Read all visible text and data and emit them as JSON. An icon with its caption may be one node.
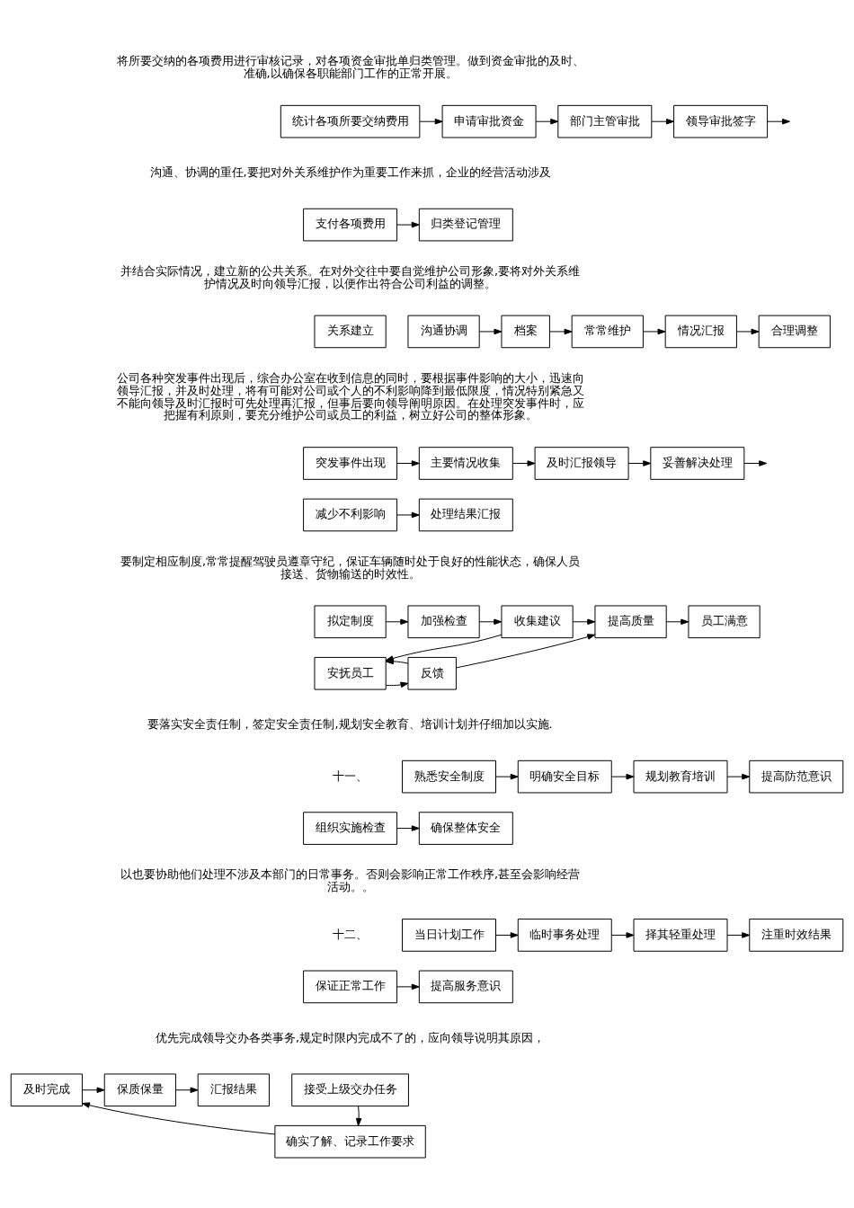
{
  "diagram": {
    "nodes": [
      {
        "text": [
          "统计各项所要交纳费用"
        ]
      },
      {
        "text": [
          "申请审批资金"
        ]
      },
      {
        "text": [
          "部门主管审批"
        ]
      },
      {
        "text": [
          "领导审批签字"
        ]
      },
      {
        "text": [
          "支付各项费用"
        ]
      },
      {
        "text": [
          "归类登记管理"
        ]
      },
      {
        "text": [
          "关系建立"
        ]
      },
      {
        "text": [
          "沟通协调"
        ]
      },
      {
        "text": [
          "档案"
        ]
      },
      {
        "text": [
          "常常维护"
        ]
      },
      {
        "text": [
          "情况汇报"
        ]
      },
      {
        "text": [
          "合理调整"
        ]
      },
      {
        "text": [
          "突发事件出现"
        ]
      },
      {
        "text": [
          "主要情况收集"
        ]
      },
      {
        "text": [
          "及时汇报领导"
        ]
      },
      {
        "text": [
          "妥善解决处理"
        ]
      },
      {
        "text": [
          "减少不利影响"
        ]
      },
      {
        "text": [
          "处理结果汇报"
        ]
      },
      {
        "text": [
          "拟定制度"
        ]
      },
      {
        "text": [
          "加强检查"
        ]
      },
      {
        "text": [
          "收集建议"
        ]
      },
      {
        "text": [
          "提高质量"
        ]
      },
      {
        "text": [
          "员工满意"
        ]
      },
      {
        "text": [
          "安抚员工"
        ]
      },
      {
        "text": [
          "反馈"
        ]
      },
      {
        "text": [
          "熟悉安全制度"
        ]
      },
      {
        "text": [
          "明确安全目标"
        ]
      },
      {
        "text": [
          "规划教育培训"
        ]
      },
      {
        "text": [
          "提高防范意识"
        ]
      },
      {
        "text": [
          "组织实施检查"
        ]
      },
      {
        "text": [
          "确保整体安全"
        ]
      },
      {
        "text": [
          "当日计划工作"
        ]
      },
      {
        "text": [
          "临时事务处理"
        ]
      },
      {
        "text": [
          "择其轻重处理"
        ]
      },
      {
        "text": [
          "注重时效结果"
        ]
      },
      {
        "text": [
          "保证正常工作"
        ]
      },
      {
        "text": [
          "提高服务意识"
        ]
      },
      {
        "text": [
          "接受上级交办任务"
        ]
      },
      {
        "text": [
          "及时完成"
        ]
      },
      {
        "text": [
          "保质保量"
        ]
      },
      {
        "text": [
          "汇报结果"
        ]
      },
      {
        "text": [
          "确实了解、记录工作要求"
        ]
      }
    ],
    "edges": [
      {
        "from": 0,
        "to": 1,
        "arrow": "to"
      },
      {
        "from": 1,
        "to": 2,
        "arrow": "to"
      },
      {
        "from": 2,
        "to": 3,
        "arrow": "to"
      },
      {
        "from": 3,
        "to": null,
        "arrow": "to"
      },
      {
        "from": 4,
        "to": 5,
        "arrow": "to"
      },
      {
        "from": 7,
        "to": 8,
        "arrow": "to"
      },
      {
        "from": 8,
        "to": 9,
        "arrow": "to"
      },
      {
        "from": 9,
        "to": 10,
        "arrow": "to"
      },
      {
        "from": 10,
        "to": 11,
        "arrow": "to"
      },
      {
        "from": 12,
        "to": 13,
        "arrow": "to"
      },
      {
        "from": 13,
        "to": 14,
        "arrow": "to"
      },
      {
        "from": 14,
        "to": 15,
        "arrow": "to"
      },
      {
        "from": 15,
        "to": null,
        "arrow": "to"
      },
      {
        "from": 16,
        "to": 17,
        "arrow": "to"
      },
      {
        "from": 18,
        "to": 19,
        "arrow": "to"
      },
      {
        "from": 19,
        "to": 20,
        "arrow": "to"
      },
      {
        "from": 20,
        "to": 21,
        "arrow": "to"
      },
      {
        "from": 21,
        "to": 22,
        "arrow": "to"
      },
      {
        "from": 20,
        "to": 23,
        "arrow": "to"
      },
      {
        "from": 23,
        "to": 24,
        "arrow": "to"
      },
      {
        "from": 24,
        "to": 23,
        "arrow": "to"
      },
      {
        "from": 24,
        "to": 21,
        "arrow": "to"
      },
      {
        "from": 25,
        "to": 26,
        "arrow": "to"
      },
      {
        "from": 26,
        "to": 27,
        "arrow": "to"
      },
      {
        "from": 27,
        "to": 28,
        "arrow": "to"
      },
      {
        "from": 29,
        "to": 30,
        "arrow": "to"
      },
      {
        "from": 31,
        "to": 32,
        "arrow": "to"
      },
      {
        "from": 32,
        "to": 33,
        "arrow": "to"
      },
      {
        "from": 33,
        "to": 34,
        "arrow": "to"
      },
      {
        "from": 35,
        "to": 36,
        "arrow": "to"
      },
      {
        "from": 37,
        "to": 41,
        "arrow": "to"
      },
      {
        "from": 41,
        "to": 38,
        "arrow": "to"
      },
      {
        "from": 38,
        "to": 39,
        "arrow": "to"
      },
      {
        "from": 39,
        "to": 40,
        "arrow": "to"
      }
    ],
    "labels": [
      "将所要交纳的各项费用进行审核记录，对各项资金审批单归类管理。做到资金审批的及时、准确,以确保各职能部门工作的正常开展。",
      "沟通、协调的重任,要把对外关系维护作为重要工作来抓，企业的经营活动涉及",
      "并结合实际情况，建立新的公共关系。在对外交往中要自觉维护公司形象,要将对外关系维护情况及时向领导汇报，以便作出符合公司利益的调整。",
      "公司各种突发事件出现后，综合办公室在收到信息的同时，要根据事件影响的大小，迅速向领导汇报，并及时处理，将有可能对公司或个人的不利影响降到最低限度，情况特别紧急又不能向领导及时汇报时可先处理再汇报，但事后要向领导阐明原因。在处理突发事件时，应把握有利原则，要充分维护公司或员工的利益，树立好公司的整体形象。",
      "要制定相应制度,常常提醒驾驶员遵章守纪，保证车辆随时处于良好的性能状态，确保人员接送、货物输送的时效性。",
      "要落实安全责任制，签定安全责任制,规划安全教育、培训计划并仔细加以实施.",
      "十一、",
      "以也要协助他们处理不涉及本部门的日常事务。否则会影响正常工作秩序,甚至会影响经营活动。。",
      "十二、",
      "优先完成领导交办各类事务,规定时限内完成不了的，应向领导说明其原因，"
    ]
  }
}
